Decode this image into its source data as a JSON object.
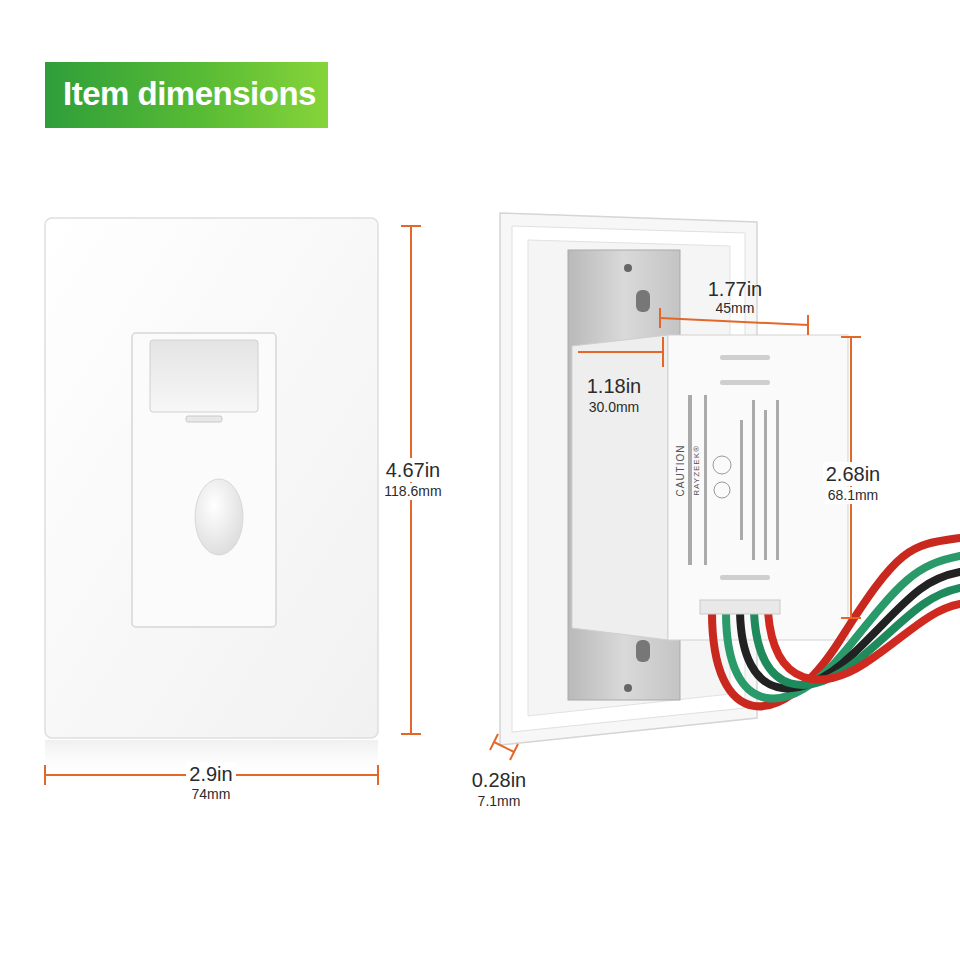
{
  "diagram": {
    "title": "Item dimensions",
    "labels": [
      "4.67in",
      "118.6mm",
      "2.9in",
      "74mm",
      "1.77in",
      "45mm",
      "1.18in",
      "30.0mm",
      "2.68in",
      "68.1mm",
      "0.28in",
      "7.1mm",
      "CAUTION",
      "RAYZEEK®"
    ]
  }
}
